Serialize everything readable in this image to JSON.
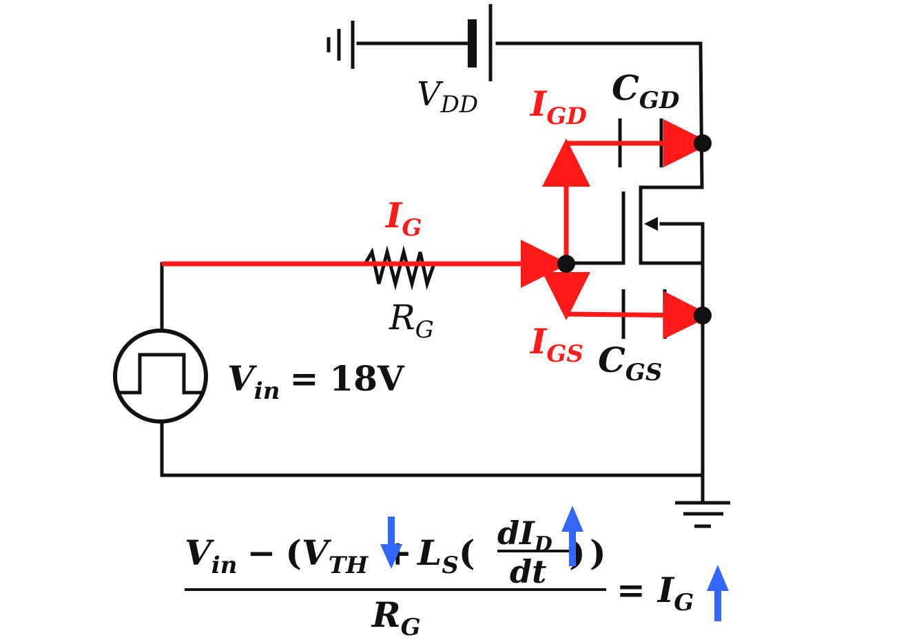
{
  "colors": {
    "wire": "#111111",
    "current": "#ff1a1a",
    "trend_arrow": "#3366ff"
  },
  "labels": {
    "vdd": {
      "main": "V",
      "sub": "DD"
    },
    "cgd": {
      "main": "C",
      "sub": "GD"
    },
    "cgs": {
      "main": "C",
      "sub": "GS"
    },
    "igd": {
      "main": "I",
      "sub": "GD"
    },
    "igs": {
      "main": "I",
      "sub": "GS"
    },
    "ig": {
      "main": "I",
      "sub": "G"
    },
    "rg": {
      "main": "R",
      "sub": "G"
    },
    "vin": {
      "main": "V",
      "sub": "in",
      "eq": "=",
      "value": "18V"
    }
  },
  "equation": {
    "vin_main": "V",
    "vin_sub": "in",
    "minus": "−",
    "open_paren": "(",
    "vth_main": "V",
    "vth_sub": "TH",
    "plus": "+",
    "ls_main": "L",
    "ls_sub": "S",
    "inner_open": "(",
    "did_main": "dI",
    "did_sub": "D",
    "dt": "dt",
    "inner_close": ")",
    "close_paren": ")",
    "den_main": "R",
    "den_sub": "G",
    "equals": "=",
    "ig_main": "I",
    "ig_sub": "G"
  },
  "trend_icons": {
    "vth": "down-arrow-icon",
    "did_dt": "up-arrow-icon",
    "ig": "up-arrow-icon"
  }
}
